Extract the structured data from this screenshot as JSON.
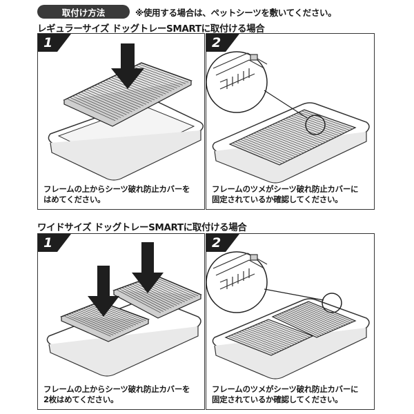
{
  "header": {
    "pill_label": "取付け方法",
    "note": "※使用する場合は、ペットシーツを敷いてください。"
  },
  "sections": [
    {
      "title": "レギュラーサイズ ドッグトレーSMARTに取付ける場合",
      "steps": [
        {
          "number": "1",
          "caption_lines": [
            "フレームの上からシーツ破れ防止カバーを",
            "はめてください。"
          ]
        },
        {
          "number": "2",
          "caption_lines": [
            "フレームのツメがシーツ破れ防止カバーに",
            "固定されているか確認してください。"
          ]
        }
      ]
    },
    {
      "title": "ワイドサイズ ドッグトレーSMARTに取付ける場合",
      "steps": [
        {
          "number": "1",
          "caption_lines": [
            "フレームの上からシーツ破れ防止カバーを",
            "2枚はめてください。"
          ]
        },
        {
          "number": "2",
          "caption_lines": [
            "フレームのツメがシーツ破れ防止カバーに",
            "固定されているか確認してください。"
          ]
        }
      ]
    }
  ],
  "colors": {
    "dark": "#333333",
    "badge": "#1e1e1e",
    "mesh": "#555555"
  }
}
